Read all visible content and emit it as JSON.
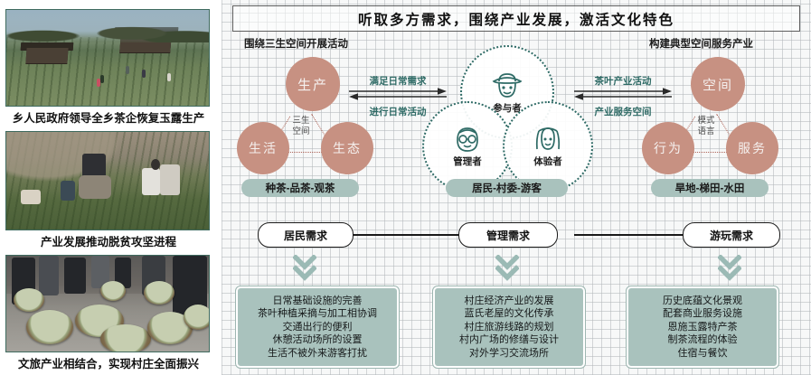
{
  "photos": [
    {
      "caption": "乡人民政府领导全乡茶企恢复玉露生产",
      "alt": "tea-terrace-village-photo"
    },
    {
      "caption": "产业发展推动脱贫攻坚进程",
      "alt": "tea-picking-slope-photo"
    },
    {
      "caption": "文旅产业相结合，实现村庄全面振兴",
      "alt": "tea-leaf-market-baskets-photo"
    }
  ],
  "diagram": {
    "title": "听取多方需求，围绕产业发展，激活文化特色",
    "left_group": {
      "header": "围绕三生空间开展活动",
      "center_label_line1": "三生",
      "center_label_line2": "空间",
      "nodes": [
        {
          "id": "production",
          "label": "生产"
        },
        {
          "id": "living",
          "label": "生活"
        },
        {
          "id": "ecology",
          "label": "生态"
        }
      ],
      "pill": "种茶-品茶-观茶"
    },
    "center_group": {
      "actors": [
        {
          "id": "participant",
          "label": "参与者",
          "icon": "farmer-hat-face-icon"
        },
        {
          "id": "manager",
          "label": "管理者",
          "icon": "glasses-face-icon"
        },
        {
          "id": "experiencer",
          "label": "体验者",
          "icon": "braids-face-icon"
        }
      ],
      "pill": "居民-村委-游客"
    },
    "right_group": {
      "header": "构建典型空间服务产业",
      "center_label_line1": "模式",
      "center_label_line2": "语言",
      "nodes": [
        {
          "id": "space",
          "label": "空间"
        },
        {
          "id": "behavior",
          "label": "行为"
        },
        {
          "id": "service",
          "label": "服务"
        }
      ],
      "pill": "旱地-梯田-水田"
    },
    "arrow_left": {
      "top": "满足日常需求",
      "bottom": "进行日常活动"
    },
    "arrow_right": {
      "top": "茶叶产业活动",
      "bottom": "产业服务空间"
    },
    "demands": [
      {
        "id": "resident",
        "label": "居民需求"
      },
      {
        "id": "management",
        "label": "管理需求"
      },
      {
        "id": "tourism",
        "label": "游玩需求"
      }
    ],
    "detail_boxes": [
      {
        "id": "resident-details",
        "items": [
          "日常基础设施的完善",
          "茶叶种植采摘与加工相协调",
          "交通出行的便利",
          "休憩活动场所的设置",
          "生活不被外来游客打扰"
        ]
      },
      {
        "id": "management-details",
        "items": [
          "村庄经济产业的发展",
          "蓝氏老屋的文化传承",
          "村庄旅游线路的规划",
          "村内广场的修缮与设计",
          "对外学习交流场所"
        ]
      },
      {
        "id": "tourism-details",
        "items": [
          "历史底蕴文化景观",
          "配套商业服务设施",
          "恩施玉露特产茶",
          "制茶流程的体验",
          "住宿与餐饮"
        ]
      }
    ]
  },
  "colors": {
    "terracotta": "#c79182",
    "teal": "#2f6b66",
    "sage": "#a9c2bd",
    "panel_bg": "#f7f8f8",
    "photo_border": "#3f6b5f"
  }
}
